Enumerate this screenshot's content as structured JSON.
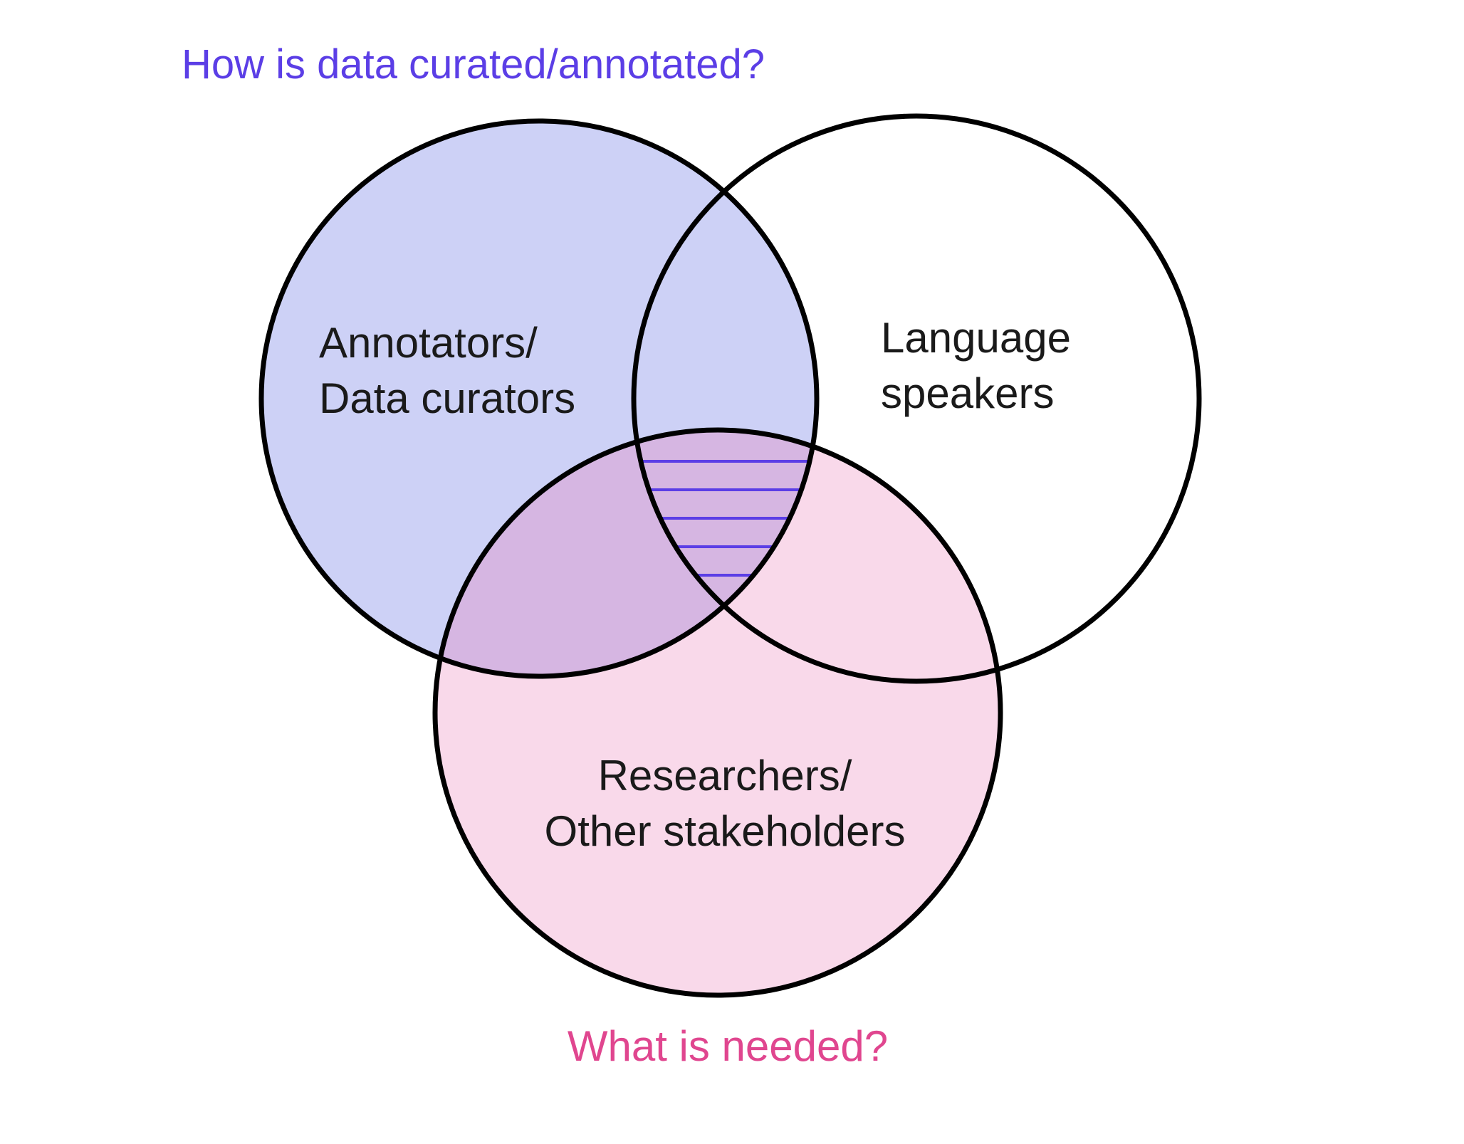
{
  "question_top": "How is data curated/annotated?",
  "question_bottom": "What is needed?",
  "sets": {
    "annotators": {
      "line1": "Annotators/",
      "line2": "Data curators"
    },
    "speakers": {
      "line1": "Language",
      "line2": "speakers"
    },
    "researchers": {
      "line1": "Researchers/",
      "line2": "Other stakeholders"
    }
  },
  "colors": {
    "question_top": "#5b3ee6",
    "question_bottom": "#e0468f",
    "annotators_fill": "#cdd1f6",
    "researchers_fill": "#f9d9ea",
    "overlap_fill": "#d6b6e2",
    "hatch": "#5b3ee6",
    "outline": "#000000"
  }
}
